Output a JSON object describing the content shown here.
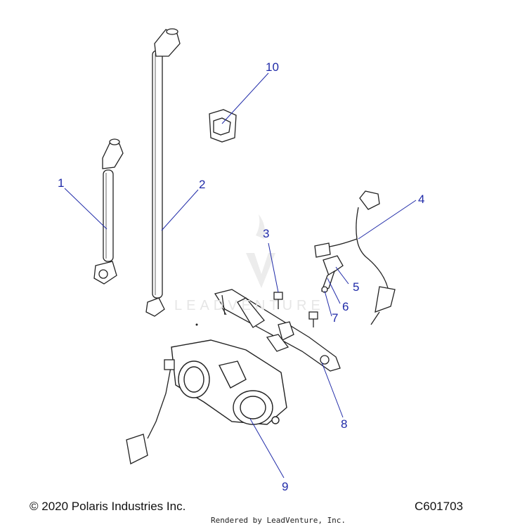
{
  "callouts": [
    {
      "id": "1",
      "label": "1"
    },
    {
      "id": "2",
      "label": "2"
    },
    {
      "id": "3",
      "label": "3"
    },
    {
      "id": "4",
      "label": "4"
    },
    {
      "id": "5",
      "label": "5"
    },
    {
      "id": "6",
      "label": "6"
    },
    {
      "id": "7",
      "label": "7"
    },
    {
      "id": "8",
      "label": "8"
    },
    {
      "id": "9",
      "label": "9"
    },
    {
      "id": "10",
      "label": "10"
    }
  ],
  "watermark": "LEADVENTURE",
  "footer": {
    "copyright": "© 2020 Polaris Industries Inc.",
    "diagram_code": "C601703",
    "rendered_by": "Rendered by LeadVenture, Inc."
  },
  "colors": {
    "callout": "#1f2aa8",
    "line_art": "#222222",
    "watermark": "#e6e6e6"
  }
}
